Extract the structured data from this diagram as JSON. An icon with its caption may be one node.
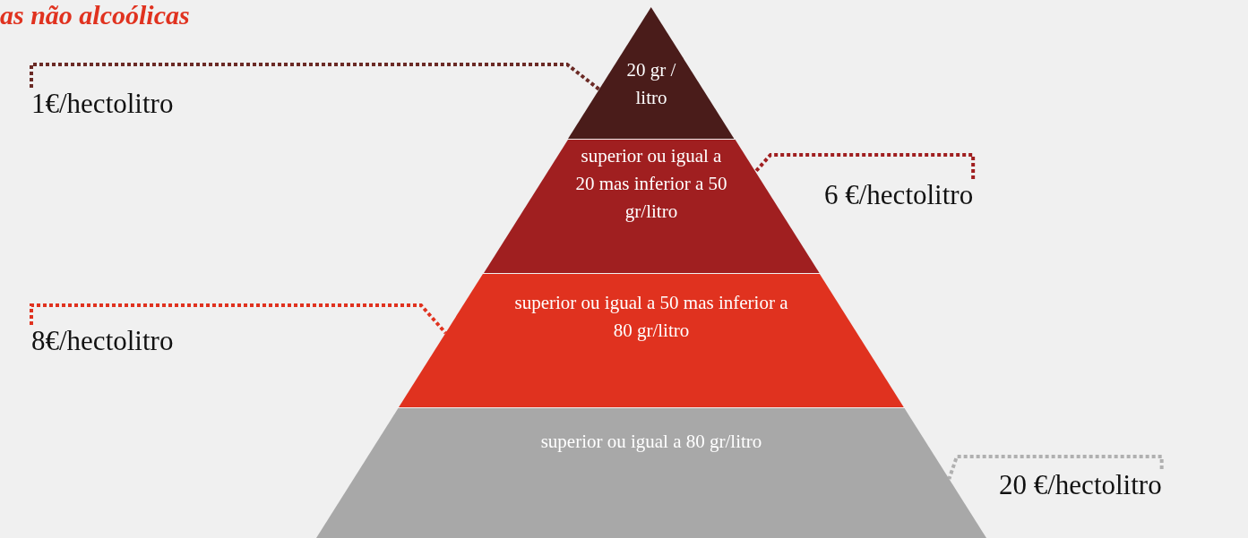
{
  "diagram": {
    "title": "as não alcoólicas",
    "nodes": [
      {
        "text": [
          "20 gr / litro"
        ]
      },
      {
        "text": [
          "superior ou igual a 20 mas inferior a 50 gr/litro"
        ]
      },
      {
        "text": [
          "superior ou igual a 50 mas inferior a 80 gr/litro"
        ]
      },
      {
        "text": [
          "superior ou igual a 80 gr/litro"
        ]
      },
      {
        "text": [
          "1€/hectolitro"
        ]
      },
      {
        "text": [
          "6 €/hectolitro"
        ]
      },
      {
        "text": [
          "8€/hectolitro"
        ]
      },
      {
        "text": [
          "20 €/hectolitro"
        ]
      }
    ],
    "edges": [
      {
        "from": 4,
        "to": 0,
        "arrow": "none",
        "style": "dashed",
        "color": "#6b2a25"
      },
      {
        "from": 5,
        "to": 1,
        "arrow": "none",
        "style": "dashed",
        "color": "#a01f20"
      },
      {
        "from": 6,
        "to": 2,
        "arrow": "none",
        "style": "dashed",
        "color": "#e0321f"
      },
      {
        "from": 7,
        "to": 3,
        "arrow": "none",
        "style": "dashed",
        "color": "#b0b0b0"
      }
    ]
  }
}
